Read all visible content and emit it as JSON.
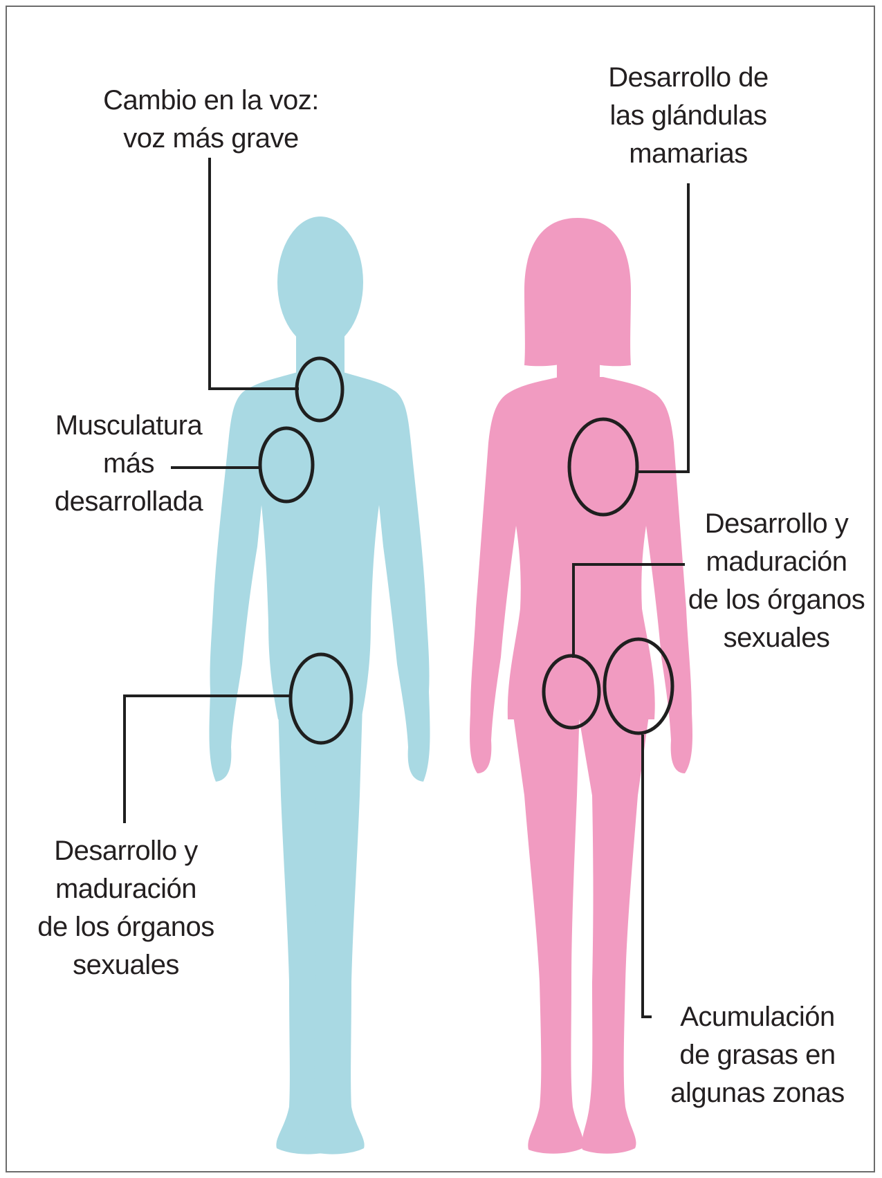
{
  "colors": {
    "male_body": "#a9d9e3",
    "female_body": "#f19bc1",
    "line": "#1f1f1f",
    "text": "#231f20",
    "border": "#6b6b6b"
  },
  "labels": {
    "voice_change": [
      "Cambio en la voz:",
      "voz más grave"
    ],
    "muscles": [
      "Musculatura",
      "más",
      "desarrollada"
    ],
    "male_sexual_organs": [
      "Desarrollo y",
      "maduración",
      "de los órganos",
      "sexuales"
    ],
    "mammary_glands": [
      "Desarrollo de",
      "las glándulas",
      "mamarias"
    ],
    "female_sexual_organs": [
      "Desarrollo y",
      "maduración",
      "de los órganos",
      "sexuales"
    ],
    "fat_accumulation": [
      "Acumulación",
      "de grasas en",
      "algunas zonas"
    ]
  }
}
